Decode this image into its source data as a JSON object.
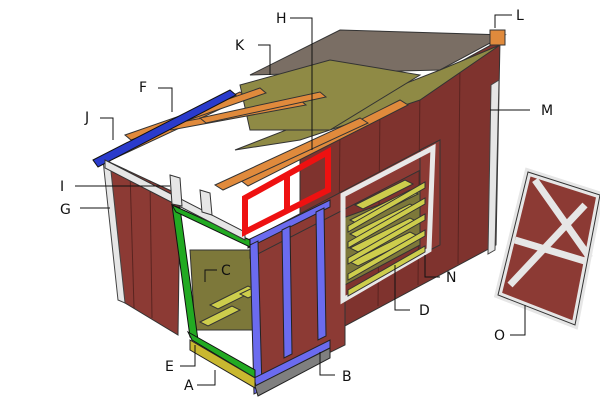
{
  "labels": {
    "A": "A",
    "B": "B",
    "C": "C",
    "D": "D",
    "E": "E",
    "F": "F",
    "G": "G",
    "H": "H",
    "I": "I",
    "J": "J",
    "K": "K",
    "L": "L",
    "M": "M",
    "N": "N",
    "O": "O"
  },
  "colors": {
    "siding": "#8c3a34",
    "siding_dark": "#6e2c27",
    "trim": "#d9d9d9",
    "roof_shingles": "#7a6e64",
    "roof_sheathing": "#8f8a45",
    "rafter": "#e08a3c",
    "floor_joist": "#c9c94a",
    "floor_deck": "#7f7a3a",
    "part_A": "#c8b830",
    "part_E": "#22aa22",
    "part_B_frame": "#6a6af0",
    "part_H": "#ee1111",
    "part_J": "#2a3bcc"
  }
}
